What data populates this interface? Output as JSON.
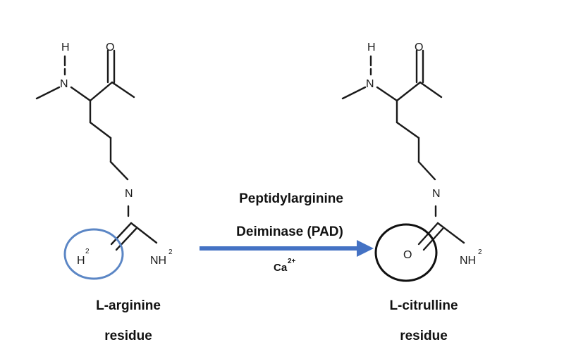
{
  "colors": {
    "arrow": "#4472c4",
    "reactant_highlight": "#5b86c5",
    "product_highlight": "#111111",
    "bonds": "#1a1a1a"
  },
  "atoms": {
    "hydrogen": "H",
    "oxygen": "O",
    "nitrogen": "N",
    "nh_base": "NH",
    "nh_sup": "2",
    "h_base": "H",
    "h_sup": "2"
  },
  "reactant": {
    "name_line1": "L-arginine",
    "name_line2": "residue"
  },
  "product": {
    "name_line1": "L-citrulline",
    "name_line2": "residue"
  },
  "reaction": {
    "enzyme_line1": "Peptidylarginine",
    "enzyme_line2": "Deiminase (PAD)",
    "cofactor": "Ca",
    "cofactor_charge": "2+",
    "arrow_icon": "right-arrow-icon"
  }
}
